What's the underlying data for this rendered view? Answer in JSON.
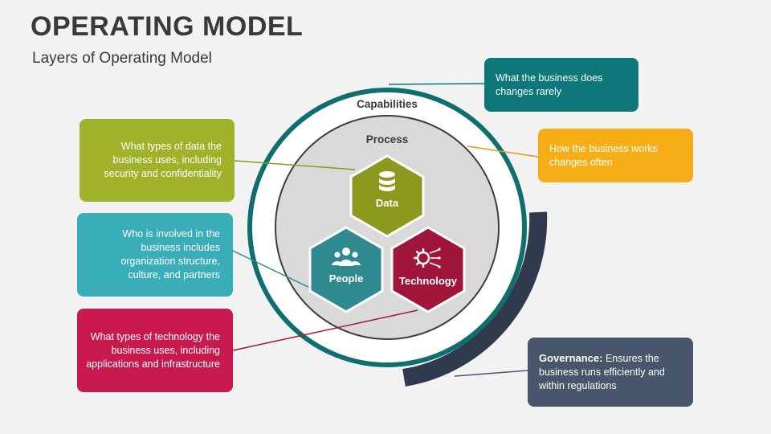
{
  "header": {
    "title": "OPERATING MODEL",
    "subtitle": "Layers of Operating Model"
  },
  "diagram": {
    "outer_ring_label": "Capabilities",
    "inner_ring_label": "Process",
    "hexagons": {
      "data": {
        "label": "Data",
        "color": "#8b9a1e",
        "icon": "database-icon"
      },
      "people": {
        "label": "People",
        "color": "#2e8a8f",
        "icon": "people-icon"
      },
      "technology": {
        "label": "Technology",
        "color": "#a0163a",
        "icon": "tech-gear-icon"
      }
    }
  },
  "callouts": {
    "data": {
      "text": "What types of data the business uses, including security and confidentiality",
      "color": "#9fb22a"
    },
    "people": {
      "text": "Who is involved in the business includes organization structure, culture, and partners",
      "color": "#39aeb9"
    },
    "technology": {
      "text": "What types of technology the business uses, including applications and infrastructure",
      "color": "#c81a4f"
    },
    "capabilities": {
      "text": "What the business does changes rarely",
      "color": "#0d777a"
    },
    "process": {
      "text": "How the business works changes often",
      "color": "#f5ae16"
    },
    "governance": {
      "title": "Governance:",
      "text": "Ensures the business runs efficiently and within regulations",
      "color": "#47566a"
    }
  }
}
